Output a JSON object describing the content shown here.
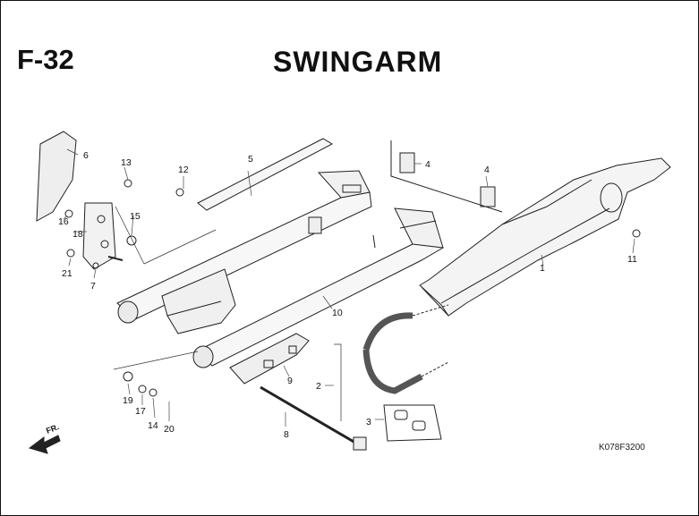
{
  "header": {
    "figure_id": "F-32",
    "title": "SWINGARM",
    "drawing_code": "K078F3200"
  },
  "direction_marker": "FR.",
  "callouts": [
    {
      "id": "c1",
      "text": "1"
    },
    {
      "id": "c2",
      "text": "2"
    },
    {
      "id": "c3",
      "text": "3"
    },
    {
      "id": "c4a",
      "text": "4"
    },
    {
      "id": "c4b",
      "text": "4"
    },
    {
      "id": "c5",
      "text": "5"
    },
    {
      "id": "c6",
      "text": "6"
    },
    {
      "id": "c7",
      "text": "7"
    },
    {
      "id": "c8",
      "text": "8"
    },
    {
      "id": "c9",
      "text": "9"
    },
    {
      "id": "c10",
      "text": "10"
    },
    {
      "id": "c11",
      "text": "11"
    },
    {
      "id": "c12",
      "text": "12"
    },
    {
      "id": "c13",
      "text": "13"
    },
    {
      "id": "c14",
      "text": "14"
    },
    {
      "id": "c15",
      "text": "15"
    },
    {
      "id": "c16",
      "text": "16"
    },
    {
      "id": "c17",
      "text": "17"
    },
    {
      "id": "c18",
      "text": "18"
    },
    {
      "id": "c19",
      "text": "19"
    },
    {
      "id": "c20",
      "text": "20"
    },
    {
      "id": "c21",
      "text": "21"
    }
  ]
}
